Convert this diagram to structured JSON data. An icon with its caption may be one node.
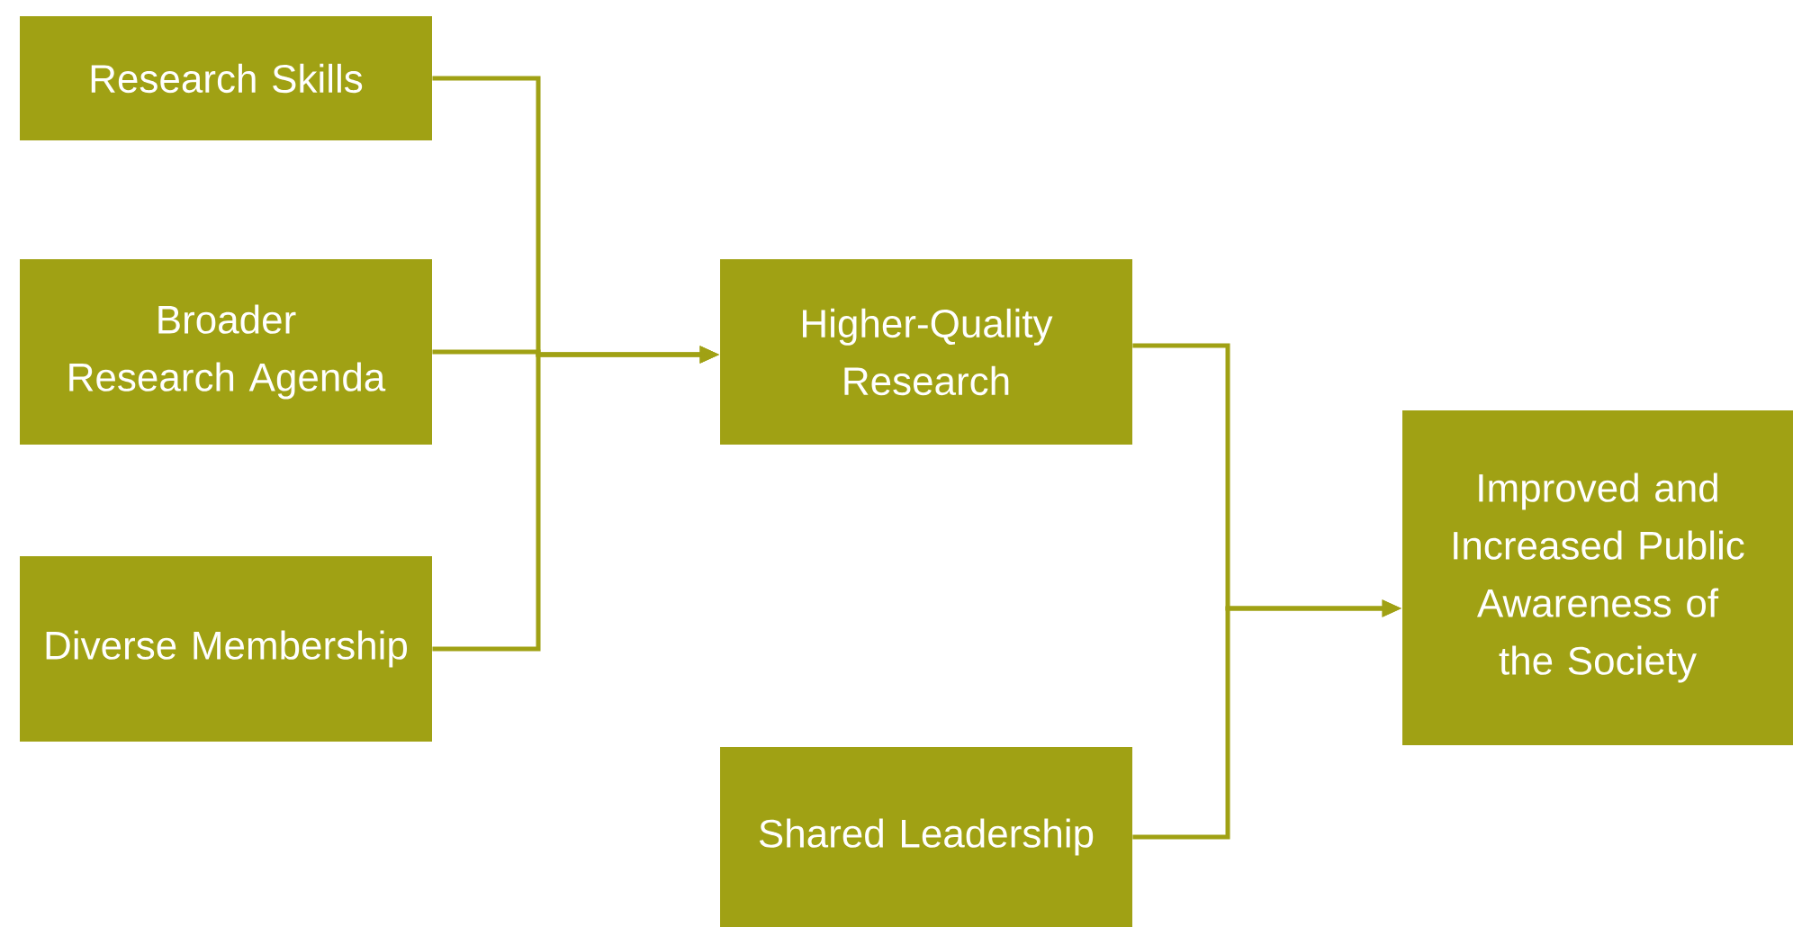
{
  "diagram": {
    "nodes": [
      {
        "text": [
          "Research Skills"
        ]
      },
      {
        "text": [
          "Broader Research Agenda"
        ]
      },
      {
        "text": [
          "Diverse Membership"
        ]
      },
      {
        "text": [
          "Higher-Quality Research"
        ]
      },
      {
        "text": [
          "Shared Leadership"
        ]
      },
      {
        "text": [
          "Improved and Increased Public Awareness of the Society"
        ]
      }
    ],
    "edges": [
      {
        "from": 0,
        "to": 3,
        "arrow": "to"
      },
      {
        "from": 1,
        "to": 3,
        "arrow": "to"
      },
      {
        "from": 2,
        "to": 3,
        "arrow": "to"
      },
      {
        "from": 3,
        "to": 5,
        "arrow": "to"
      },
      {
        "from": 4,
        "to": 5,
        "arrow": "to"
      }
    ]
  }
}
